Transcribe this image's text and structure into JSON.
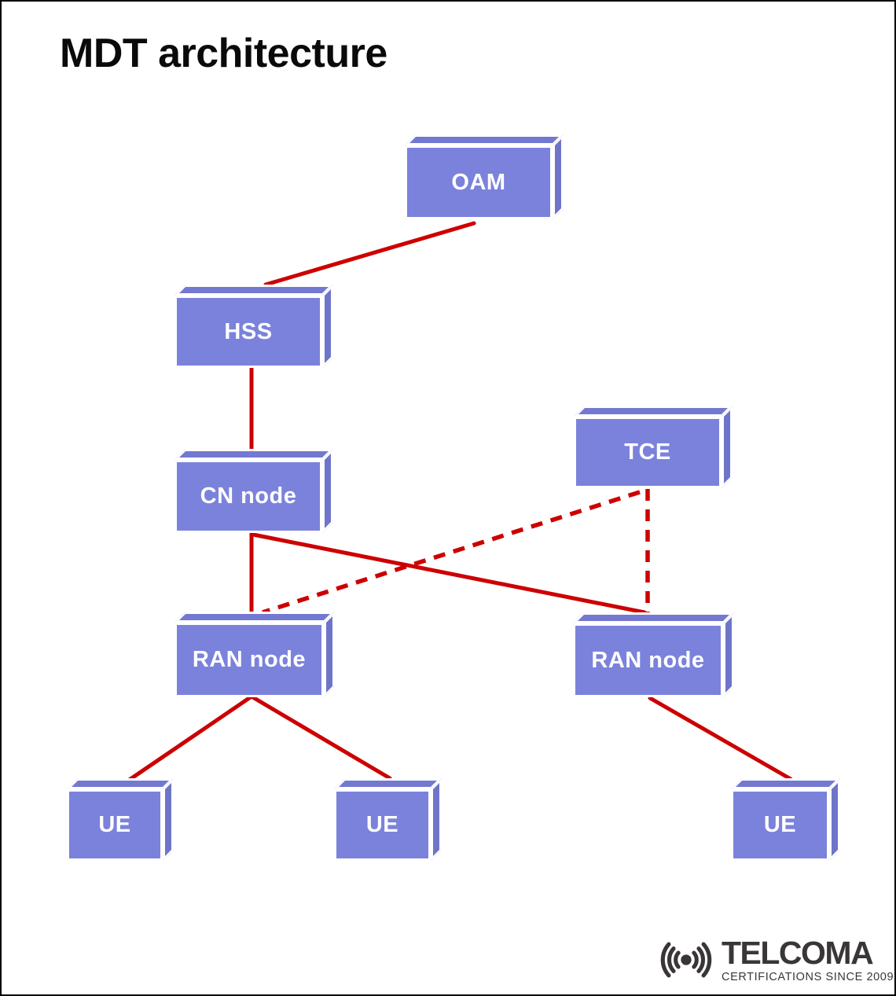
{
  "title": "MDT architecture",
  "diagram": {
    "nodes": {
      "oam": {
        "label": "OAM"
      },
      "hss": {
        "label": "HSS"
      },
      "tce": {
        "label": "TCE"
      },
      "cn": {
        "label": "CN node"
      },
      "ran1": {
        "label": "RAN node"
      },
      "ran2": {
        "label": "RAN node"
      },
      "ue1": {
        "label": "UE"
      },
      "ue2": {
        "label": "UE"
      },
      "ue3": {
        "label": "UE"
      }
    },
    "edges": [
      {
        "from": "OAM",
        "to": "HSS",
        "style": "solid"
      },
      {
        "from": "HSS",
        "to": "CN node",
        "style": "solid"
      },
      {
        "from": "CN node",
        "to": "RAN node (left)",
        "style": "solid"
      },
      {
        "from": "CN node",
        "to": "RAN node (right)",
        "style": "solid"
      },
      {
        "from": "TCE",
        "to": "RAN node (left)",
        "style": "dashed"
      },
      {
        "from": "TCE",
        "to": "RAN node (right)",
        "style": "dashed"
      },
      {
        "from": "RAN node (left)",
        "to": "UE (left)",
        "style": "solid"
      },
      {
        "from": "RAN node (left)",
        "to": "UE (middle)",
        "style": "solid"
      },
      {
        "from": "RAN node (right)",
        "to": "UE (right)",
        "style": "solid"
      }
    ]
  },
  "colors": {
    "background": "#ffffff",
    "page_border": "#000000",
    "box_front": "#7b82dc",
    "box_top": "#7379d0",
    "box_side": "#6e75c9",
    "edge": "#cc0000",
    "label_text": "#ffffff",
    "title_text": "#0a0a0a",
    "logo_text": "#3a3637"
  },
  "logo": {
    "icon": "signal-waves-icon",
    "brand": "TELCOMA",
    "tagline": "CERTIFICATIONS SINCE 2009"
  }
}
